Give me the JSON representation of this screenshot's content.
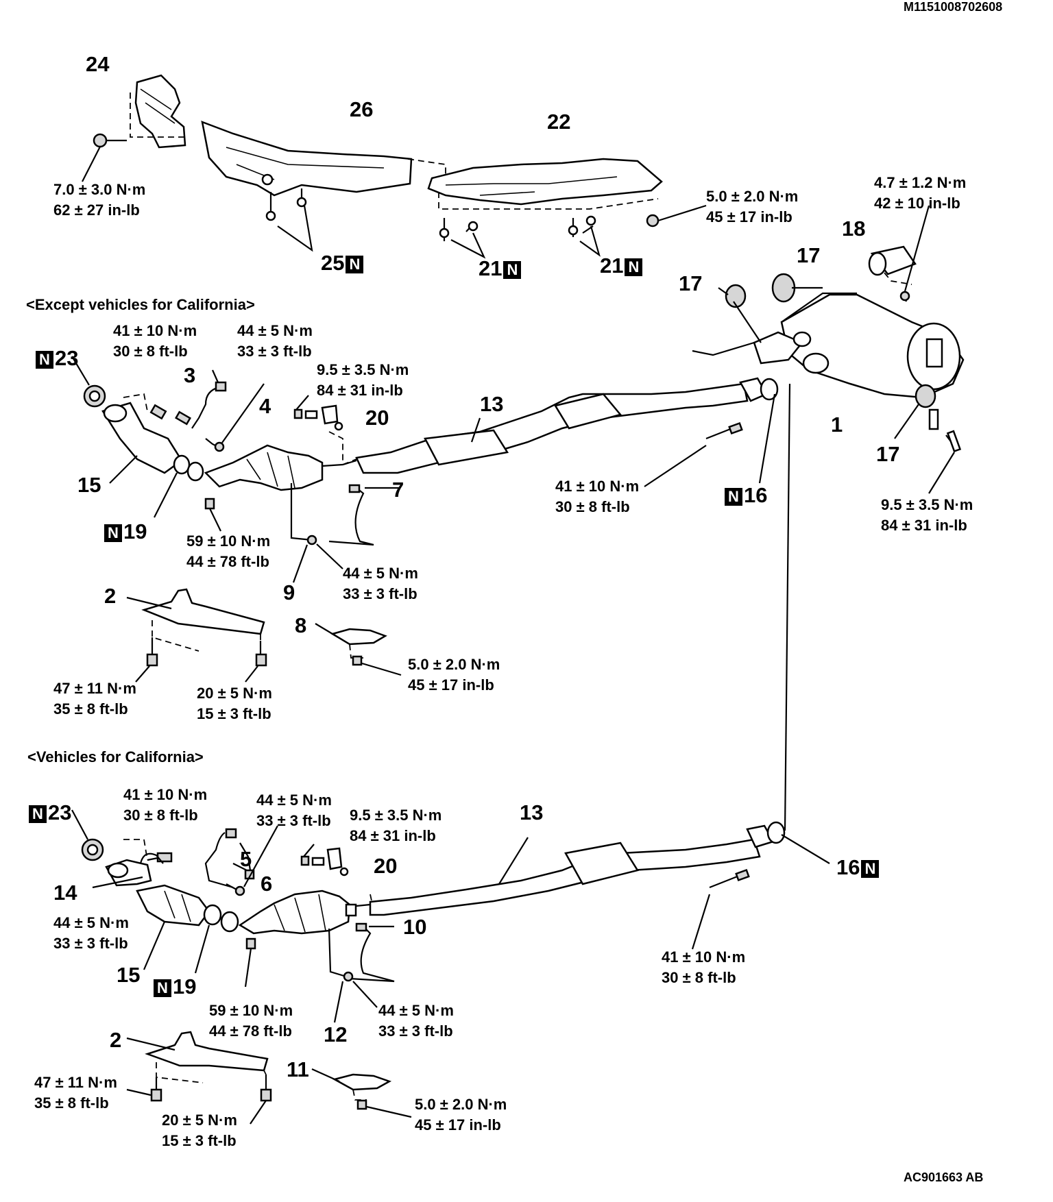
{
  "header": {
    "doc_code": "M1151008702608"
  },
  "footer": {
    "figure_code": "AC901663 AB"
  },
  "sections": {
    "except_california": "<Except vehicles for California>",
    "california": "<Vehicles for California>"
  },
  "new_part_marker": "N",
  "callouts": {
    "c24": "24",
    "c26": "26",
    "c22": "22",
    "c25": "25",
    "c21a": "21",
    "c21b": "21",
    "c18": "18",
    "c17a": "17",
    "c17b": "17",
    "c17c": "17",
    "c1": "1",
    "u23": "23",
    "u3": "3",
    "u4": "4",
    "u20": "20",
    "u13": "13",
    "u15": "15",
    "u19": "19",
    "u7": "7",
    "u9": "9",
    "u16": "16",
    "u2": "2",
    "u8": "8",
    "l23": "23",
    "l5": "5",
    "l6": "6",
    "l20": "20",
    "l13": "13",
    "l14": "14",
    "l15": "15",
    "l19": "19",
    "l10": "10",
    "l12": "12",
    "l16": "16",
    "l2": "2",
    "l11": "11"
  },
  "torques": {
    "t_top_left": {
      "metric": "7.0 ± 3.0 N·m",
      "imperial": "62 ± 27 in-lb"
    },
    "t_top_nut": {
      "metric": "5.0 ± 2.0 N·m",
      "imperial": "45 ± 17 in-lb"
    },
    "t_top_right": {
      "metric": "4.7 ± 1.2 N·m",
      "imperial": "42 ± 10 in-lb"
    },
    "t_u_sensor3": {
      "metric": "41 ± 10 N·m",
      "imperial": "30 ± 8 ft-lb"
    },
    "t_u_sensor4": {
      "metric": "44 ± 5 N·m",
      "imperial": "33 ± 3 ft-lb"
    },
    "t_u_bracket20": {
      "metric": "9.5 ± 3.5 N·m",
      "imperial": "84 ± 31 in-lb"
    },
    "t_u_pipe_bolt": {
      "metric": "41 ± 10 N·m",
      "imperial": "30 ± 8 ft-lb"
    },
    "t_u_muffler": {
      "metric": "9.5 ± 3.5 N·m",
      "imperial": "84 ± 31 in-lb"
    },
    "t_u_flange": {
      "metric": "59 ± 10 N·m",
      "imperial": "44 ± 78 ft-lb"
    },
    "t_u_sensor9": {
      "metric": "44 ± 5 N·m",
      "imperial": "33 ± 3 ft-lb"
    },
    "t_u_bracket8": {
      "metric": "5.0 ± 2.0 N·m",
      "imperial": "45 ± 17 in-lb"
    },
    "t_u_stay_left": {
      "metric": "47 ± 11 N·m",
      "imperial": "35 ± 8 ft-lb"
    },
    "t_u_stay_right": {
      "metric": "20 ± 5 N·m",
      "imperial": "15 ± 3 ft-lb"
    },
    "t_l_sensor5": {
      "metric": "41 ± 10 N·m",
      "imperial": "30 ± 8 ft-lb"
    },
    "t_l_sensor6": {
      "metric": "44 ± 5 N·m",
      "imperial": "33 ± 3 ft-lb"
    },
    "t_l_bracket20": {
      "metric": "9.5 ± 3.5 N·m",
      "imperial": "84 ± 31 in-lb"
    },
    "t_l_sensor14": {
      "metric": "44 ± 5 N·m",
      "imperial": "33 ± 3 ft-lb"
    },
    "t_l_pipe_bolt": {
      "metric": "41 ± 10 N·m",
      "imperial": "30 ± 8 ft-lb"
    },
    "t_l_flange": {
      "metric": "59 ± 10 N·m",
      "imperial": "44 ± 78 ft-lb"
    },
    "t_l_sensor12": {
      "metric": "44 ± 5 N·m",
      "imperial": "33 ± 3 ft-lb"
    },
    "t_l_stay_left": {
      "metric": "47 ± 11 N·m",
      "imperial": "35 ± 8 ft-lb"
    },
    "t_l_stay_right": {
      "metric": "20 ± 5 N·m",
      "imperial": "15 ± 3 ft-lb"
    },
    "t_l_bracket11": {
      "metric": "5.0 ± 2.0 N·m",
      "imperial": "45 ± 17 in-lb"
    }
  }
}
